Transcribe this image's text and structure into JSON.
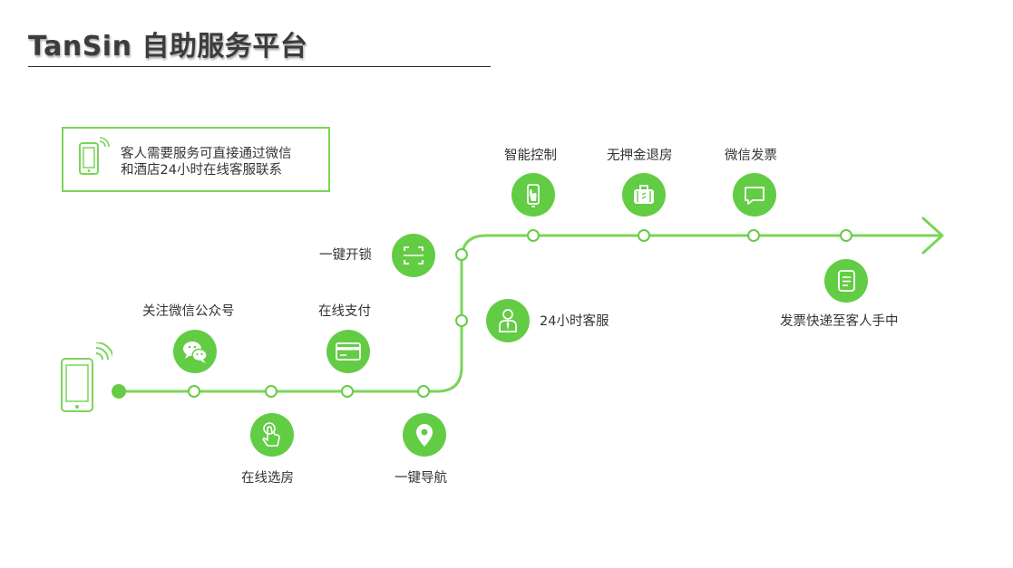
{
  "header": {
    "title": "TanSin 自助服务平台"
  },
  "info_box": {
    "icon": "phone-signal-icon",
    "line1": "客人需要服务可直接通过微信",
    "line2": "和酒店24小时在线客服联系"
  },
  "steps": {
    "follow": {
      "label": "关注微信公众号",
      "icon": "wechat-icon"
    },
    "select_room": {
      "label": "在线选房",
      "icon": "tap-icon"
    },
    "pay": {
      "label": "在线支付",
      "icon": "card-icon"
    },
    "navigate": {
      "label": "一键导航",
      "icon": "location-pin-icon"
    },
    "unlock": {
      "label": "一键开锁",
      "icon": "scan-icon"
    },
    "service": {
      "label": "24小时客服",
      "icon": "person-icon"
    },
    "smart": {
      "label": "智能控制",
      "icon": "phone-control-icon"
    },
    "checkout": {
      "label": "无押金退房",
      "icon": "luggage-icon"
    },
    "invoice": {
      "label": "微信发票",
      "icon": "chat-icon"
    },
    "deliver": {
      "label": "发票快递至客人手中",
      "icon": "document-icon"
    }
  },
  "colors": {
    "accent": "#63cc45",
    "line": "#7ad55a",
    "title": "#3c3c3c"
  }
}
